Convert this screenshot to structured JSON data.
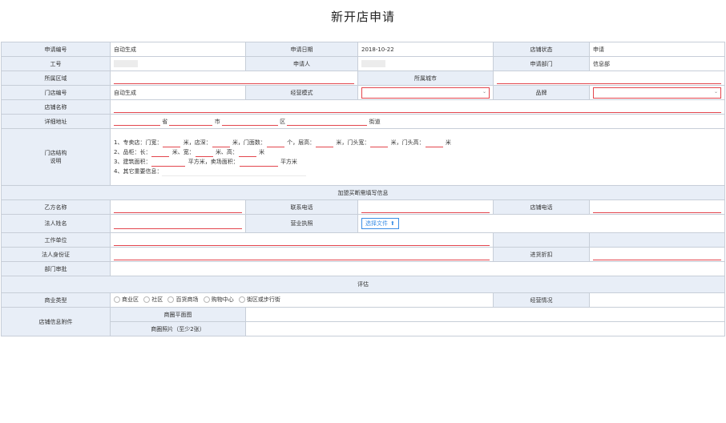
{
  "page": {
    "title": "新开店申请"
  },
  "row1": {
    "apply_no_label": "申请编号",
    "apply_no_value": "自动生成",
    "apply_date_label": "申请日期",
    "apply_date_value": "2018-10-22",
    "status_label": "店铺状态",
    "status_value": "申请"
  },
  "row2": {
    "emp_no_label": "工号",
    "applicant_label": "申请人",
    "dept_label": "申请部门",
    "dept_value": "信息部"
  },
  "row3": {
    "region_label": "所属区域",
    "city_label": "所属城市"
  },
  "row4": {
    "store_no_label": "门店编号",
    "store_no_value": "自动生成",
    "mode_label": "经营模式",
    "brand_label": "品牌"
  },
  "row5": {
    "store_name_label": "店铺名称"
  },
  "row6": {
    "address_label": "详细地址",
    "province": "省",
    "city": "市",
    "district": "区",
    "street": "街道"
  },
  "structure": {
    "label_line1": "门店结构",
    "label_line2": "说明",
    "l1_a": "1、专卖店：门宽：",
    "l1_b": "米，店深：",
    "l1_c": "米，门面数：",
    "l1_d": "个，层高：",
    "l1_e": "米，门头宽：",
    "l1_f": "米，门头高：",
    "l1_g": "米",
    "l2_a": "2、品柜：长：",
    "l2_b": "米、宽：",
    "l2_c": "米、高：",
    "l2_d": "米",
    "l3_a": "3、建筑面积：",
    "l3_b": "平方米，卖场面积：",
    "l3_c": "平方米",
    "l4_a": "4、其它重要信息："
  },
  "section_join": "加盟买断需填写信息",
  "row_partner": {
    "party_b_label": "乙方名称",
    "phone_label": "联系电话",
    "store_phone_label": "店铺电话"
  },
  "row_legal": {
    "legal_name_label": "法人姓名",
    "license_label": "营业执照",
    "choose_file": "选择文件"
  },
  "row_work": {
    "work_unit_label": "工作单位"
  },
  "row_id": {
    "legal_id_label": "法人身份证",
    "discount_label": "进货折扣"
  },
  "row_approve": {
    "dept_approve_label": "部门审批"
  },
  "section_eval": "评估",
  "row_biz": {
    "biz_type_label": "商业类型",
    "options": [
      "商业区",
      "社区",
      "百货商场",
      "购物中心",
      "街区或步行街"
    ],
    "operation_label": "经营情况"
  },
  "row_attach": {
    "attach_label": "店铺信息附件",
    "floor_plan": "商圈平面图",
    "photos": "商圈照片（至少2张）"
  },
  "icons": {
    "upload": "upload-icon",
    "caret": "chevron-down-icon"
  },
  "colors": {
    "required_line": "#e3464e",
    "label_bg": "#e8eef7",
    "link_blue": "#3a8ee6"
  }
}
